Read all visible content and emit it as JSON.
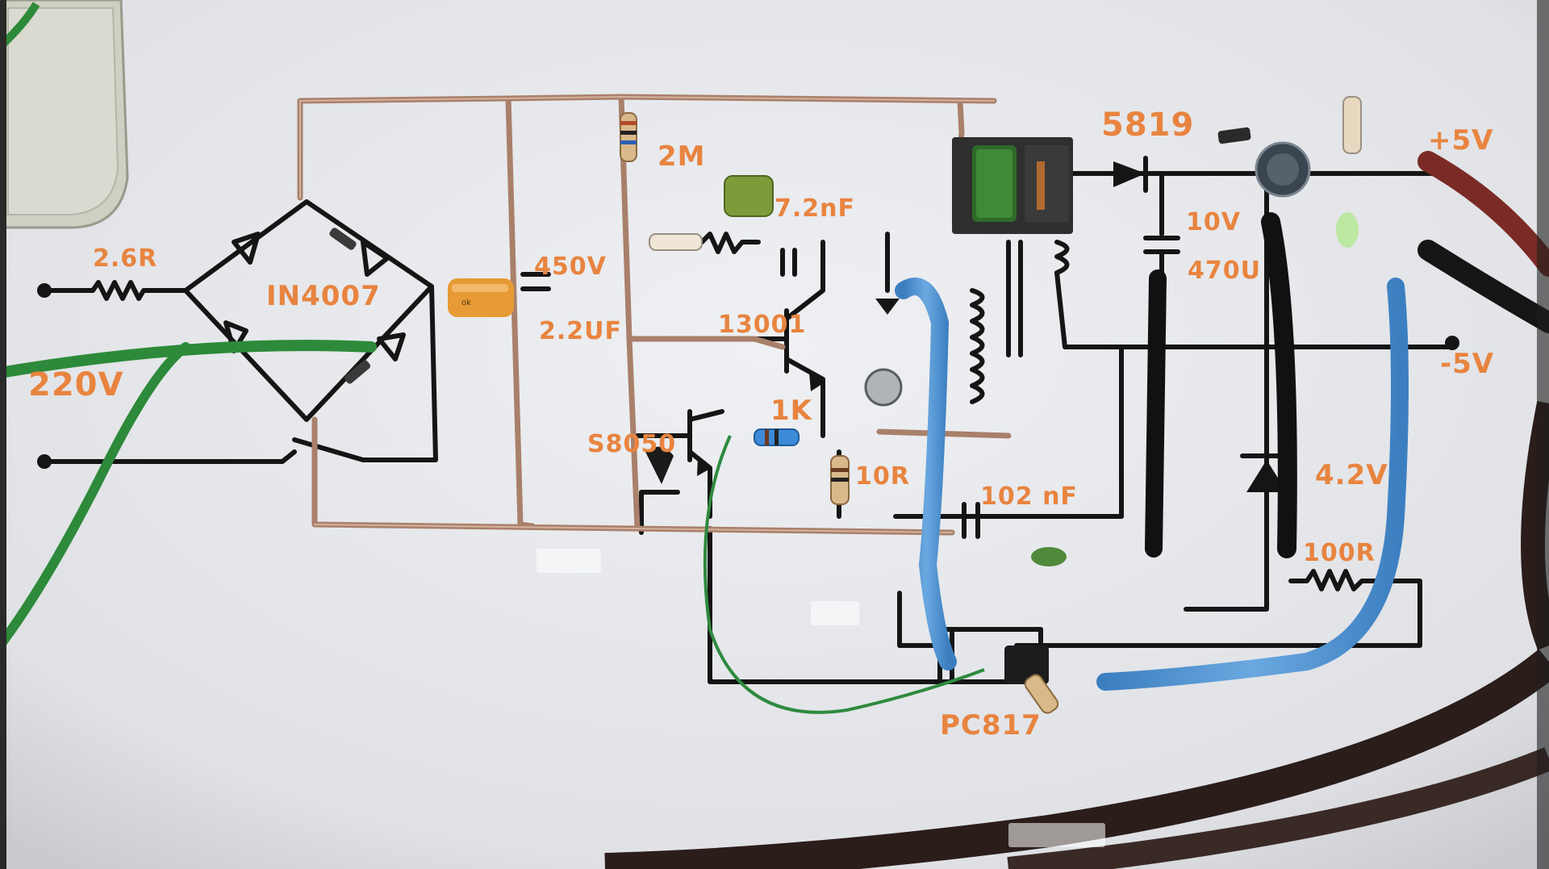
{
  "labels": {
    "r_input": "2.6R",
    "bridge": "IN4007",
    "mains": "220V",
    "cap_voltage": "450V",
    "cap_value": "2.2UF",
    "r_startup": "2M",
    "cap_snubber": "7.2nF",
    "transistor_main": "13001",
    "transistor_drv": "S8050",
    "r_base": "1K",
    "r_emitter": "10R",
    "cap_y": "102 nF",
    "schottky": "5819",
    "out_cap_voltage": "10V",
    "out_cap_value": "470U",
    "plus_out": "+5V",
    "minus_out": "-5V",
    "zener": "4.2V",
    "r_led": "100R",
    "optocoupler": "PC817"
  },
  "colors": {
    "board": "#e6e7ea",
    "ink": "#151515",
    "copper": "#a9806a",
    "label": "#e8843f",
    "wire_green": "#2d8a3a",
    "wire_blue": "#4a8fcf",
    "transformer": "#2f6a2a",
    "cap_orange": "#e79a35"
  }
}
